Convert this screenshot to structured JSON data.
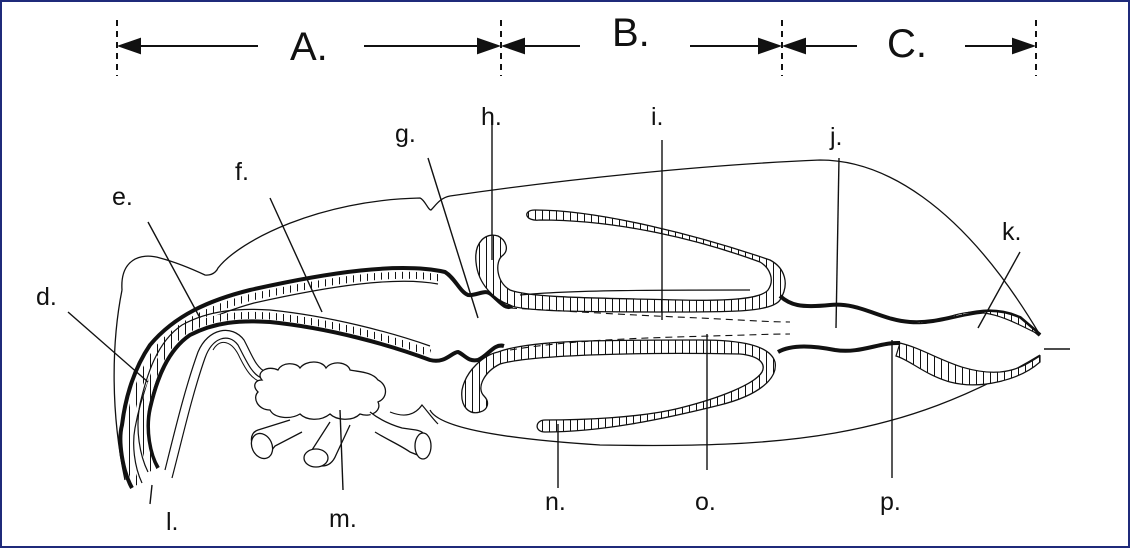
{
  "sections": {
    "a": "A.",
    "b": "B.",
    "c": "C."
  },
  "labels": {
    "d": "d.",
    "e": "e.",
    "f": "f.",
    "g": "g.",
    "h": "h.",
    "i": "i.",
    "j": "j.",
    "k": "k.",
    "l": "l.",
    "m": "m.",
    "n": "n.",
    "o": "o.",
    "p": "p."
  },
  "colors": {
    "frame": "#1f2a7a",
    "line": "#111111"
  }
}
